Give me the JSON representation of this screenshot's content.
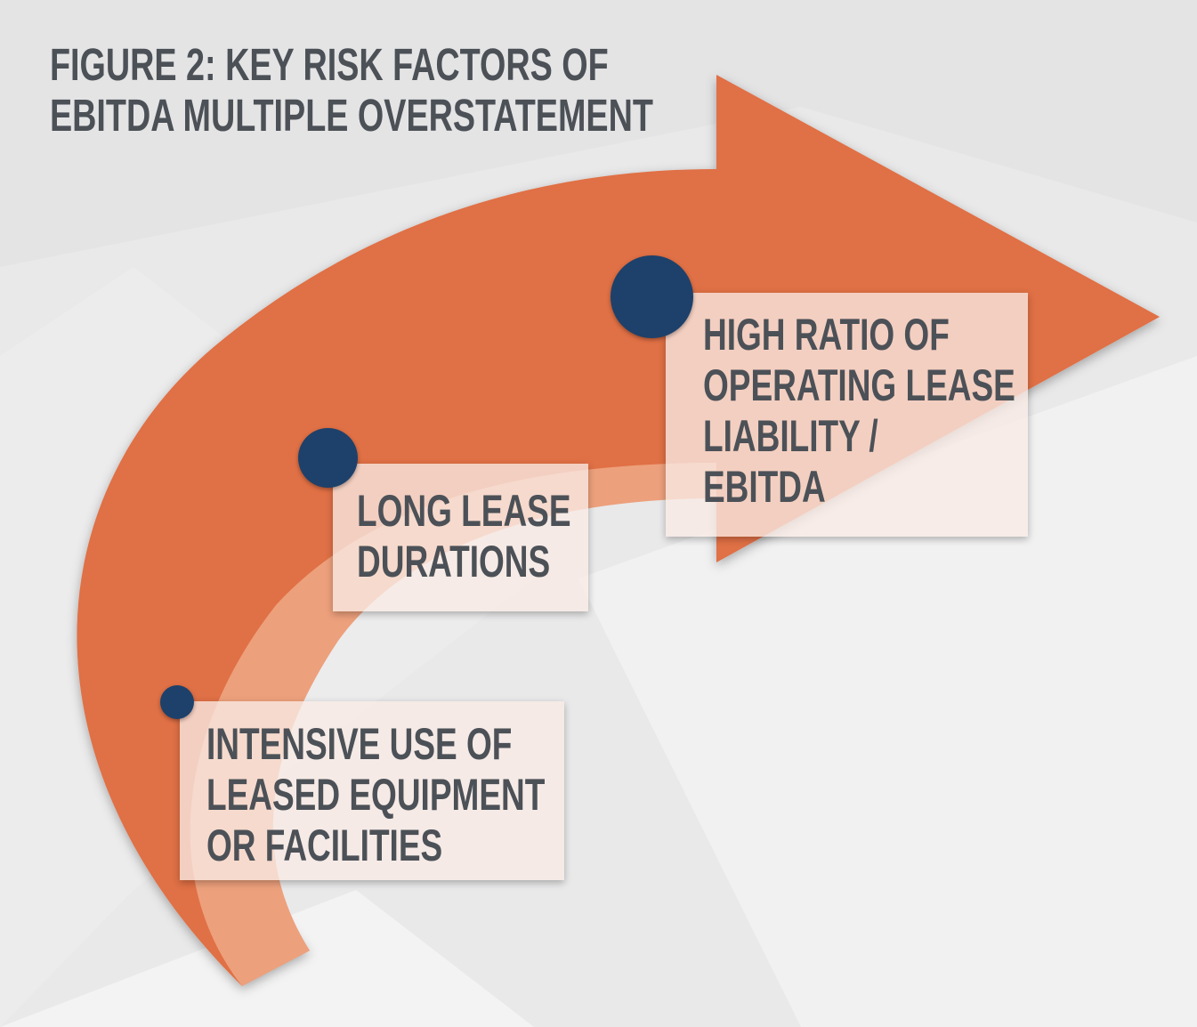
{
  "title": {
    "line1": "FIGURE 2: KEY RISK FACTORS OF",
    "line2": "EBITDA MULTIPLE OVERSTATEMENT"
  },
  "factors": [
    {
      "lines": [
        "INTENSIVE USE OF",
        "LEASED EQUIPMENT",
        "OR FACILITIES"
      ]
    },
    {
      "lines": [
        "LONG LEASE",
        "DURATIONS"
      ]
    },
    {
      "lines": [
        "HIGH RATIO OF",
        "OPERATING LEASE",
        "LIABILITY /",
        "EBITDA"
      ]
    }
  ],
  "colors": {
    "arrow": "#e07045",
    "arrow_inner": "#eda07c",
    "dot": "#1d416b",
    "text": "#4c5157",
    "background": "#e9e9ea"
  }
}
